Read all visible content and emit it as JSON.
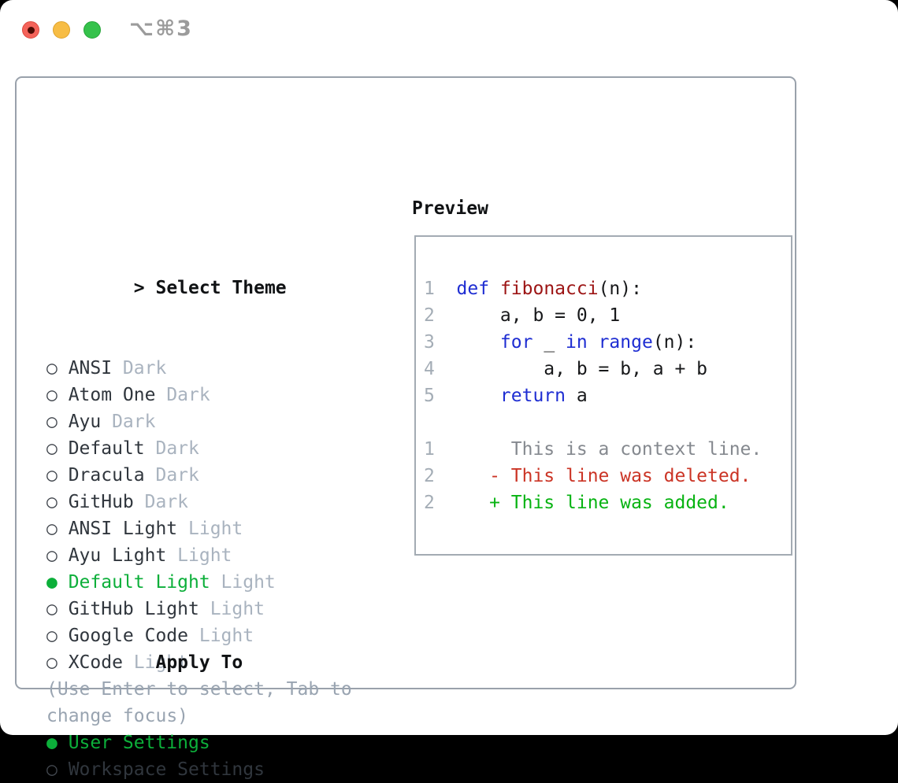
{
  "window": {
    "title": "⌥⌘3",
    "traffic_lights": {
      "close_color": "#f4635a",
      "close_has_unsaved_dot": true,
      "minimize_color": "#f7bd45",
      "zoom_color": "#35c24b"
    }
  },
  "theme_picker": {
    "prompt": ">",
    "title": "Select Theme",
    "bullet_unselected": "○",
    "bullet_selected": "●",
    "items": [
      {
        "name": "ANSI",
        "variant": "Dark",
        "selected": false
      },
      {
        "name": "Atom One",
        "variant": "Dark",
        "selected": false
      },
      {
        "name": "Ayu",
        "variant": "Dark",
        "selected": false
      },
      {
        "name": "Default",
        "variant": "Dark",
        "selected": false
      },
      {
        "name": "Dracula",
        "variant": "Dark",
        "selected": false
      },
      {
        "name": "GitHub",
        "variant": "Dark",
        "selected": false
      },
      {
        "name": "ANSI Light",
        "variant": "Light",
        "selected": false
      },
      {
        "name": "Ayu Light",
        "variant": "Light",
        "selected": false
      },
      {
        "name": "Default Light",
        "variant": "Light",
        "selected": true
      },
      {
        "name": "GitHub Light",
        "variant": "Light",
        "selected": false
      },
      {
        "name": "Google Code",
        "variant": "Light",
        "selected": false
      },
      {
        "name": "XCode",
        "variant": "Light",
        "selected": false
      }
    ],
    "apply_to": {
      "title": "Apply To",
      "options": [
        {
          "label": "User Settings",
          "selected": true
        },
        {
          "label": "Workspace Settings",
          "selected": false
        }
      ]
    },
    "hint": "(Use Enter to select, Tab to change focus)"
  },
  "preview": {
    "title": "Preview",
    "lines": [
      {
        "num": "1",
        "tokens": [
          {
            "t": "def",
            "c": "keyword"
          },
          {
            "t": " "
          },
          {
            "t": "fibonacci",
            "c": "function"
          },
          {
            "t": "(n):"
          }
        ]
      },
      {
        "num": "2",
        "tokens": [
          {
            "t": "    a, b = 0, 1"
          }
        ]
      },
      {
        "num": "3",
        "tokens": [
          {
            "t": "    "
          },
          {
            "t": "for",
            "c": "keyword"
          },
          {
            "t": " _ "
          },
          {
            "t": "in",
            "c": "keyword"
          },
          {
            "t": " "
          },
          {
            "t": "range",
            "c": "keyword"
          },
          {
            "t": "(n):"
          }
        ]
      },
      {
        "num": "4",
        "tokens": [
          {
            "t": "        a, b = b, a + b"
          }
        ]
      },
      {
        "num": "5",
        "tokens": [
          {
            "t": "    "
          },
          {
            "t": "return",
            "c": "keyword"
          },
          {
            "t": " a"
          }
        ]
      },
      {
        "num": "",
        "tokens": []
      },
      {
        "num": "1",
        "tokens": [
          {
            "t": "     This is a context line.",
            "c": "context"
          }
        ]
      },
      {
        "num": "2",
        "tokens": [
          {
            "t": "   - This line was deleted.",
            "c": "deleted"
          }
        ]
      },
      {
        "num": "2",
        "tokens": [
          {
            "t": "   + This line was added.",
            "c": "added"
          }
        ]
      }
    ]
  },
  "colors": {
    "selection_green": "#0caf3a",
    "keyword_blue": "#1e2dd2",
    "function_red": "#9c1414",
    "diff_deleted_red": "#cb3425",
    "diff_added_green": "#07b312",
    "muted_variant_gray": "#a9b3bf",
    "hint_gray": "#99a4b1",
    "line_number_gray": "#a4adb6",
    "panel_border_gray": "#99a1ab"
  }
}
